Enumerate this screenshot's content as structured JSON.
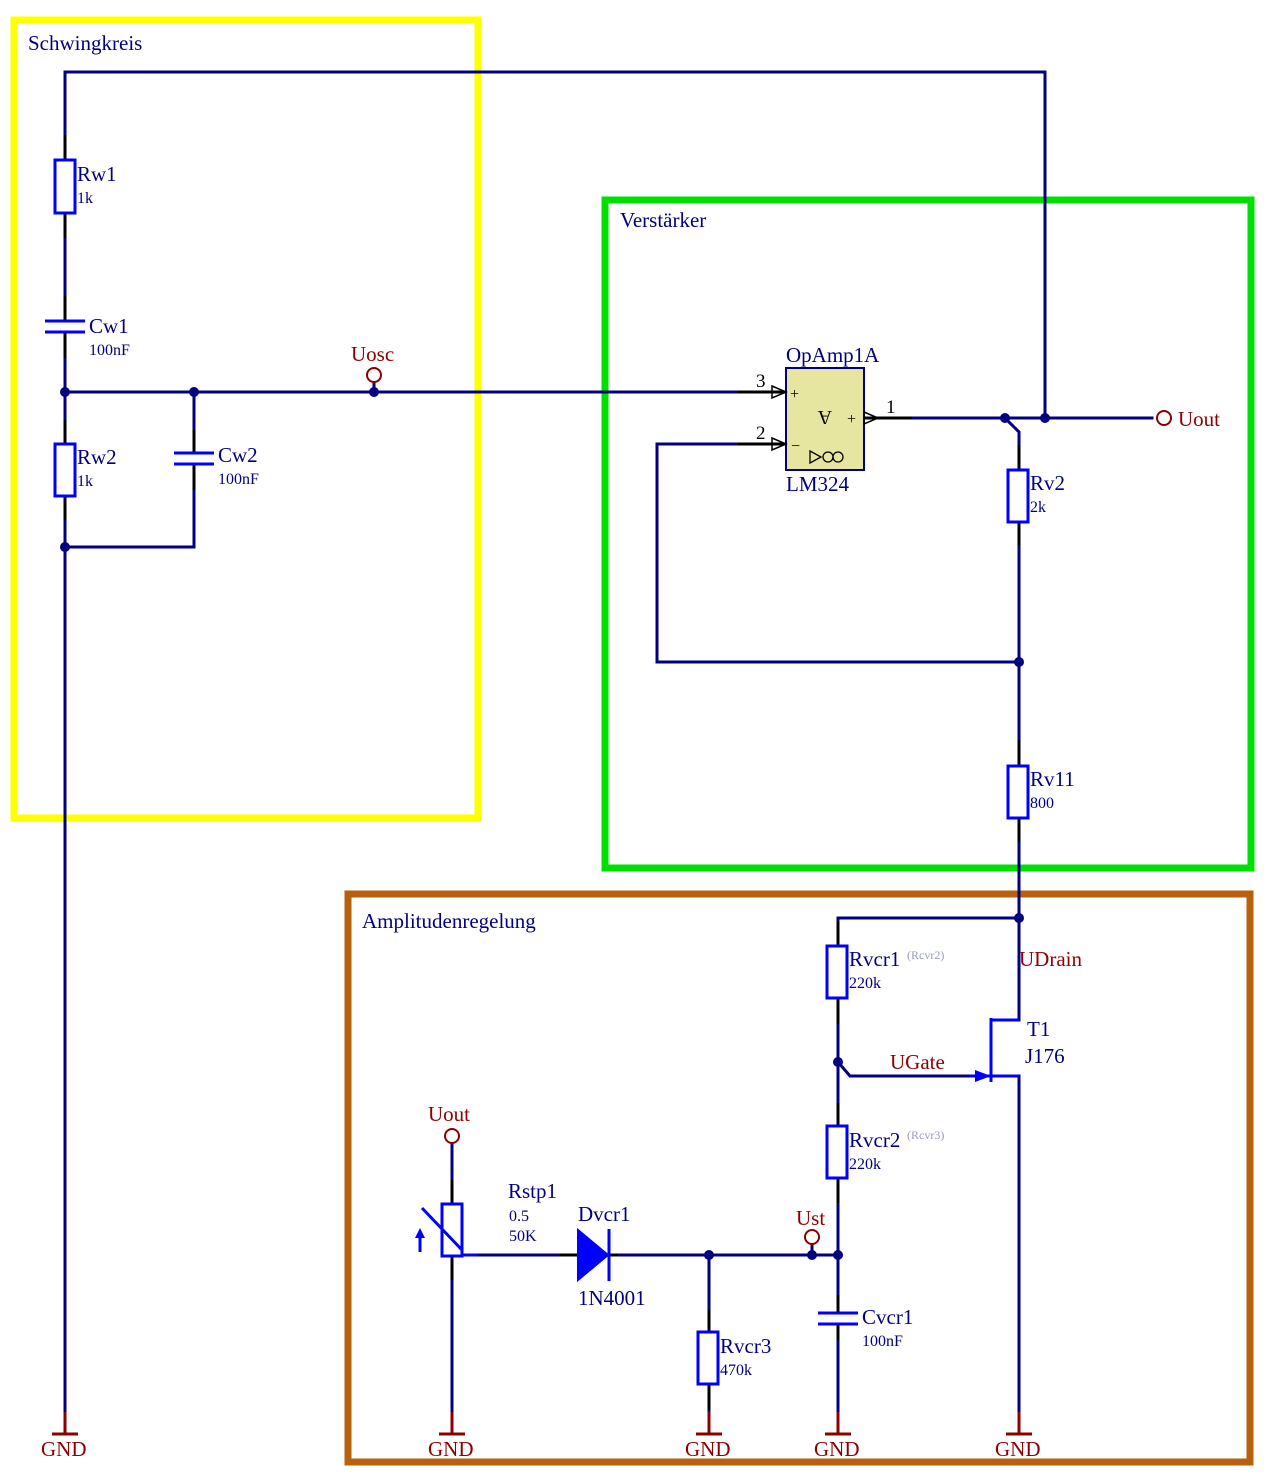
{
  "blocks": {
    "oscillator": {
      "title": "Schwingkreis",
      "color": "#ffff00"
    },
    "amplifier": {
      "title": "Verstärker",
      "color": "#00e000"
    },
    "amplitude_control": {
      "title": "Amplitudenregelung",
      "color": "#b8600c"
    }
  },
  "components": {
    "rw1": {
      "ref": "Rw1",
      "value": "1k"
    },
    "cw1": {
      "ref": "Cw1",
      "value": "100nF"
    },
    "rw2": {
      "ref": "Rw2",
      "value": "1k"
    },
    "cw2": {
      "ref": "Cw2",
      "value": "100nF"
    },
    "opamp": {
      "ref": "OpAmp1A",
      "value": "LM324",
      "pin_noninv": "3",
      "pin_inv": "2",
      "pin_out": "1"
    },
    "rv2": {
      "ref": "Rv2",
      "value": "2k"
    },
    "rv11": {
      "ref": "Rv11",
      "value": "800"
    },
    "rvcr1": {
      "ref": "Rvcr1",
      "alt": "(Rcvr2)",
      "value": "220k"
    },
    "rvcr2": {
      "ref": "Rvcr2",
      "alt": "(Rcvr3)",
      "value": "220k"
    },
    "t1": {
      "ref": "T1",
      "value": "J176"
    },
    "rstp1": {
      "ref": "Rstp1",
      "position": "0.5",
      "value": "50K"
    },
    "dvcr1": {
      "ref": "Dvcr1",
      "value": "1N4001"
    },
    "rvcr3": {
      "ref": "Rvcr3",
      "value": "470k"
    },
    "cvcr1": {
      "ref": "Cvcr1",
      "value": "100nF"
    }
  },
  "nets": {
    "uosc": "Uosc",
    "uout": "Uout",
    "uout_pot": "Uout",
    "udrain": "UDrain",
    "ugate": "UGate",
    "ust": "Ust",
    "gnd": "GND"
  },
  "colors": {
    "wire": "#000080",
    "component": "#0000ff",
    "net_label": "#8b0000",
    "opamp_fill": "#e6e6a0"
  }
}
